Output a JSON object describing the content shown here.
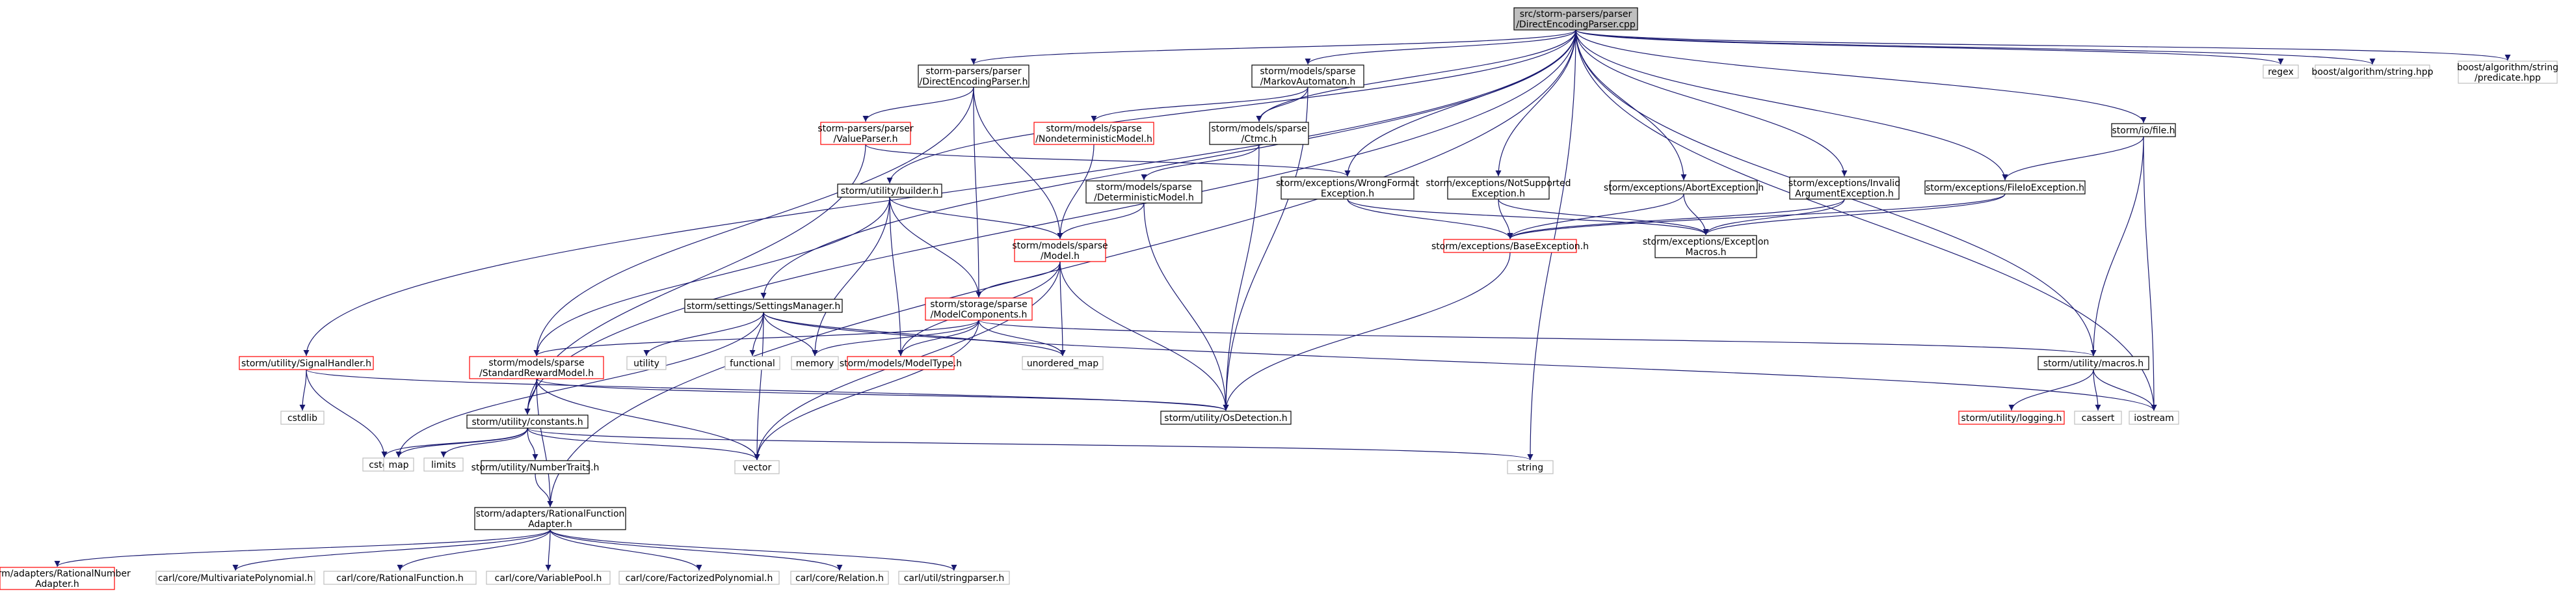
{
  "colors": {
    "edge": "#191970",
    "root_fill": "#bfbfbf",
    "documented_border": "#000000",
    "undocumented_border": "#ff0000",
    "system_border": "#bfbfbf"
  },
  "nodes": [
    {
      "id": "root",
      "lines": [
        "src/storm-parsers/parser",
        "/DirectEncodingParser.cpp"
      ],
      "style": "root"
    },
    {
      "id": "dep",
      "lines": [
        "storm-parsers/parser",
        "/DirectEncodingParser.h"
      ],
      "style": "std"
    },
    {
      "id": "vp",
      "lines": [
        "storm-parsers/parser",
        "/ValueParser.h"
      ],
      "style": "red"
    },
    {
      "id": "ma",
      "lines": [
        "storm/models/sparse",
        "/MarkovAutomaton.h"
      ],
      "style": "std"
    },
    {
      "id": "ndm",
      "lines": [
        "storm/models/sparse",
        "/NondeterministicModel.h"
      ],
      "style": "red"
    },
    {
      "id": "ctmc",
      "lines": [
        "storm/models/sparse",
        "/Ctmc.h"
      ],
      "style": "std"
    },
    {
      "id": "dtm",
      "lines": [
        "storm/models/sparse",
        "/DeterministicModel.h"
      ],
      "style": "std"
    },
    {
      "id": "builder",
      "lines": [
        "storm/utility/builder.h"
      ],
      "style": "std"
    },
    {
      "id": "model",
      "lines": [
        "storm/models/sparse",
        "/Model.h"
      ],
      "style": "red"
    },
    {
      "id": "mc",
      "lines": [
        "storm/storage/sparse",
        "/ModelComponents.h"
      ],
      "style": "red"
    },
    {
      "id": "settings",
      "lines": [
        "storm/settings/SettingsManager.h"
      ],
      "style": "std"
    },
    {
      "id": "signal",
      "lines": [
        "storm/utility/SignalHandler.h"
      ],
      "style": "red"
    },
    {
      "id": "srm",
      "lines": [
        "storm/models/sparse",
        "/StandardRewardModel.h"
      ],
      "style": "red"
    },
    {
      "id": "constants",
      "lines": [
        "storm/utility/constants.h"
      ],
      "style": "std"
    },
    {
      "id": "numtraits",
      "lines": [
        "storm/utility/NumberTraits.h"
      ],
      "style": "std"
    },
    {
      "id": "rfa",
      "lines": [
        "storm/adapters/RationalFunction",
        "Adapter.h"
      ],
      "style": "std"
    },
    {
      "id": "rna",
      "lines": [
        "storm/adapters/RationalNumber",
        "Adapter.h"
      ],
      "style": "red"
    },
    {
      "id": "mvp",
      "lines": [
        "carl/core/MultivariatePolynomial.h"
      ],
      "style": "grey"
    },
    {
      "id": "rf",
      "lines": [
        "carl/core/RationalFunction.h"
      ],
      "style": "grey"
    },
    {
      "id": "vpool",
      "lines": [
        "carl/core/VariablePool.h"
      ],
      "style": "grey"
    },
    {
      "id": "fp",
      "lines": [
        "carl/core/FactorizedPolynomial.h"
      ],
      "style": "grey"
    },
    {
      "id": "rel",
      "lines": [
        "carl/core/Relation.h"
      ],
      "style": "grey"
    },
    {
      "id": "sp",
      "lines": [
        "carl/util/stringparser.h"
      ],
      "style": "grey"
    },
    {
      "id": "osd",
      "lines": [
        "storm/utility/OsDetection.h"
      ],
      "style": "std"
    },
    {
      "id": "mtype",
      "lines": [
        "storm/models/ModelType.h"
      ],
      "style": "red"
    },
    {
      "id": "umap",
      "lines": [
        "unordered_map"
      ],
      "style": "grey"
    },
    {
      "id": "memory",
      "lines": [
        "memory"
      ],
      "style": "grey"
    },
    {
      "id": "functional",
      "lines": [
        "functional"
      ],
      "style": "grey"
    },
    {
      "id": "utility",
      "lines": [
        "utility"
      ],
      "style": "grey"
    },
    {
      "id": "cstdlib",
      "lines": [
        "cstdlib"
      ],
      "style": "grey"
    },
    {
      "id": "cstdint",
      "lines": [
        "cstdint"
      ],
      "style": "grey"
    },
    {
      "id": "map",
      "lines": [
        "map"
      ],
      "style": "grey"
    },
    {
      "id": "limits",
      "lines": [
        "limits"
      ],
      "style": "grey"
    },
    {
      "id": "vector",
      "lines": [
        "vector"
      ],
      "style": "grey"
    },
    {
      "id": "string",
      "lines": [
        "string"
      ],
      "style": "grey"
    },
    {
      "id": "wfe",
      "lines": [
        "storm/exceptions/WrongFormat",
        "Exception.h"
      ],
      "style": "std"
    },
    {
      "id": "nse",
      "lines": [
        "storm/exceptions/NotSupported",
        "Exception.h"
      ],
      "style": "std"
    },
    {
      "id": "abort",
      "lines": [
        "storm/exceptions/AbortException.h"
      ],
      "style": "std"
    },
    {
      "id": "iae",
      "lines": [
        "storm/exceptions/Invalid",
        "ArgumentException.h"
      ],
      "style": "std"
    },
    {
      "id": "fioe",
      "lines": [
        "storm/exceptions/FileIoException.h"
      ],
      "style": "std"
    },
    {
      "id": "base",
      "lines": [
        "storm/exceptions/BaseException.h"
      ],
      "style": "red"
    },
    {
      "id": "emacros",
      "lines": [
        "storm/exceptions/Exception",
        "Macros.h"
      ],
      "style": "std"
    },
    {
      "id": "file",
      "lines": [
        "storm/io/file.h"
      ],
      "style": "std"
    },
    {
      "id": "macros",
      "lines": [
        "storm/utility/macros.h"
      ],
      "style": "std"
    },
    {
      "id": "logging",
      "lines": [
        "storm/utility/logging.h"
      ],
      "style": "red"
    },
    {
      "id": "cassert",
      "lines": [
        "cassert"
      ],
      "style": "grey"
    },
    {
      "id": "iostream",
      "lines": [
        "iostream"
      ],
      "style": "grey"
    },
    {
      "id": "regex",
      "lines": [
        "regex"
      ],
      "style": "grey"
    },
    {
      "id": "bstr",
      "lines": [
        "boost/algorithm/string.hpp"
      ],
      "style": "grey"
    },
    {
      "id": "bpred",
      "lines": [
        "boost/algorithm/string",
        "/predicate.hpp"
      ],
      "style": "grey"
    }
  ]
}
